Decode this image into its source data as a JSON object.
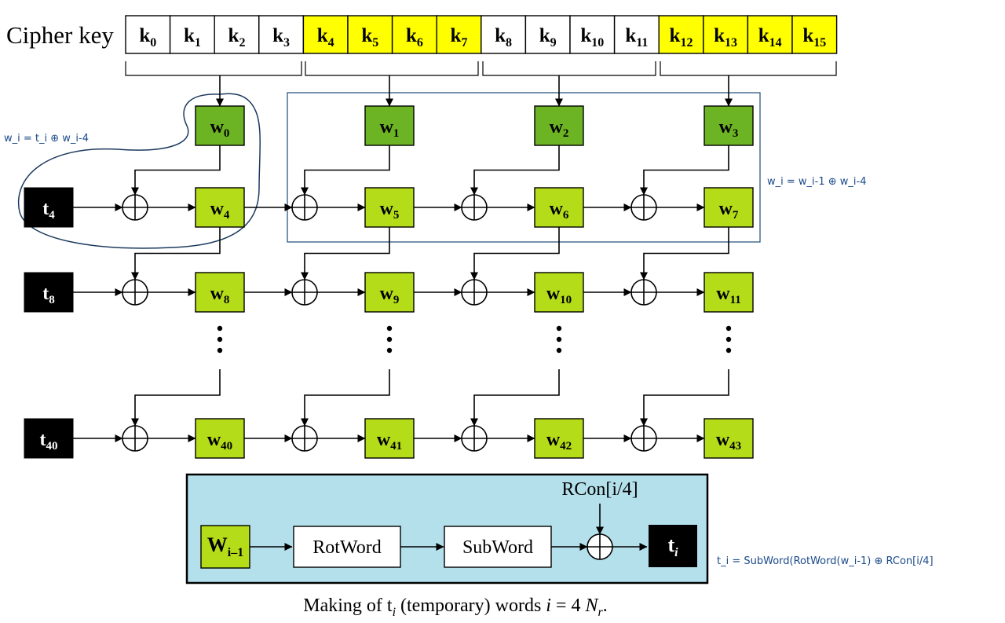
{
  "title_label": "Cipher key",
  "key_bytes": [
    {
      "base": "k",
      "sub": "0"
    },
    {
      "base": "k",
      "sub": "1"
    },
    {
      "base": "k",
      "sub": "2"
    },
    {
      "base": "k",
      "sub": "3"
    },
    {
      "base": "k",
      "sub": "4"
    },
    {
      "base": "k",
      "sub": "5"
    },
    {
      "base": "k",
      "sub": "6"
    },
    {
      "base": "k",
      "sub": "7"
    },
    {
      "base": "k",
      "sub": "8"
    },
    {
      "base": "k",
      "sub": "9"
    },
    {
      "base": "k",
      "sub": "10"
    },
    {
      "base": "k",
      "sub": "11"
    },
    {
      "base": "k",
      "sub": "12"
    },
    {
      "base": "k",
      "sub": "13"
    },
    {
      "base": "k",
      "sub": "14"
    },
    {
      "base": "k",
      "sub": "15"
    }
  ],
  "initial_words": [
    {
      "base": "w",
      "sub": "0"
    },
    {
      "base": "w",
      "sub": "1"
    },
    {
      "base": "w",
      "sub": "2"
    },
    {
      "base": "w",
      "sub": "3"
    }
  ],
  "rounds": [
    {
      "t": {
        "base": "t",
        "sub": "4"
      },
      "words": [
        {
          "base": "w",
          "sub": "4"
        },
        {
          "base": "w",
          "sub": "5"
        },
        {
          "base": "w",
          "sub": "6"
        },
        {
          "base": "w",
          "sub": "7"
        }
      ]
    },
    {
      "t": {
        "base": "t",
        "sub": "8"
      },
      "words": [
        {
          "base": "w",
          "sub": "8"
        },
        {
          "base": "w",
          "sub": "9"
        },
        {
          "base": "w",
          "sub": "10"
        },
        {
          "base": "w",
          "sub": "11"
        }
      ]
    },
    {
      "t": {
        "base": "t",
        "sub": "40"
      },
      "words": [
        {
          "base": "w",
          "sub": "40"
        },
        {
          "base": "w",
          "sub": "41"
        },
        {
          "base": "w",
          "sub": "42"
        },
        {
          "base": "w",
          "sub": "43"
        }
      ]
    }
  ],
  "annotations": {
    "first_word_formula": "w_i = t_i ⊕ w_i-4",
    "other_word_formula": "w_i = w_i-1 ⊕ w_i-4",
    "t_formula": "t_i = SubWord(RotWord(w_i-1) ⊕ RCon[i/4]"
  },
  "t_box": {
    "input": {
      "base": "W",
      "sub": "i–1"
    },
    "rotword": "RotWord",
    "subword": "SubWord",
    "rcon": "RCon[i/4]",
    "output": {
      "base": "t",
      "sub": "i"
    }
  },
  "caption": {
    "part1": "Making of t",
    "part1_sub": "i",
    "part2": " (temporary) words ",
    "part2_var": "i",
    "part3": " = 4 ",
    "part3_var": "N",
    "part3_sub": "r",
    "part4": "."
  },
  "colors": {
    "yellow_key": "#ffff00",
    "white_key": "#ffffff",
    "dark_green": "#6cb424",
    "light_green": "#b5dc18",
    "t_black": "#000000",
    "panel_blue": "#b4e0ec",
    "annotation_blue": "#1a4a8a",
    "outline": "#0f3a66"
  }
}
